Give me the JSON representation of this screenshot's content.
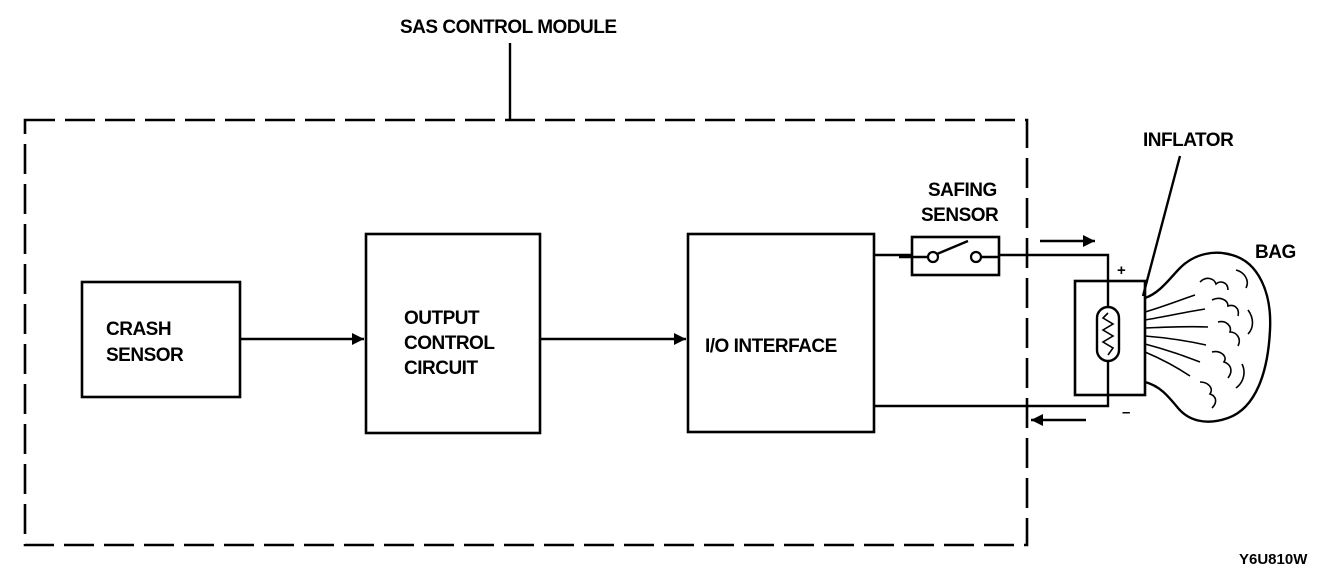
{
  "labels": {
    "module": "SAS CONTROL MODULE",
    "crash_sensor_l1": "CRASH",
    "crash_sensor_l2": "SENSOR",
    "output_l1": "OUTPUT",
    "output_l2": "CONTROL",
    "output_l3": "CIRCUIT",
    "io": "I/O INTERFACE",
    "safing_l1": "SAFING",
    "safing_l2": "SENSOR",
    "inflator": "INFLATOR",
    "bag": "BAG",
    "plus": "+",
    "minus": "–",
    "figure_code": "Y6U810W"
  }
}
